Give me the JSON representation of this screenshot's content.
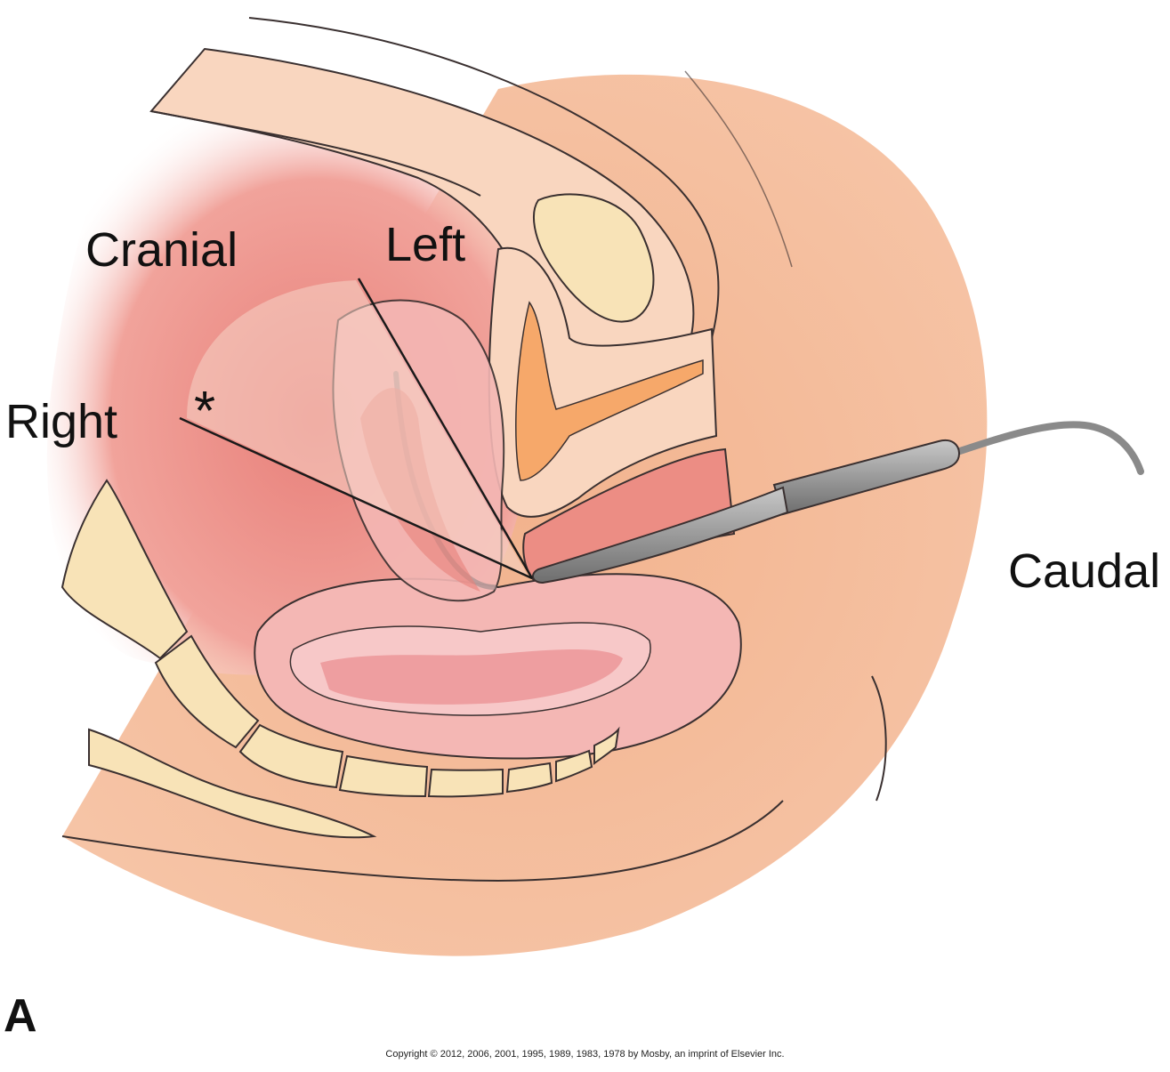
{
  "labels": {
    "cranial": "Cranial",
    "left": "Left",
    "right": "Right",
    "caudal": "Caudal",
    "asterisk": "*",
    "panel": "A"
  },
  "copyright": "Copyright © 2012, 2006, 2001, 1995, 1989, 1983, 1978 by Mosby, an imprint of Elsevier Inc.",
  "colors": {
    "skin": "#f2b38e",
    "skin_light": "#f9d6bf",
    "cavity": "#ec8d84",
    "cavity_deep": "#e07a76",
    "organ_pink": "#f4b7b4",
    "bone": "#f8e3b7",
    "bladder_inner": "#f6a86a",
    "probe": "#9a9a9a",
    "outline": "#3a3030",
    "scan_line": "#1a1a1a"
  },
  "icons": {
    "probe": "transvaginal-ultrasound-probe"
  }
}
